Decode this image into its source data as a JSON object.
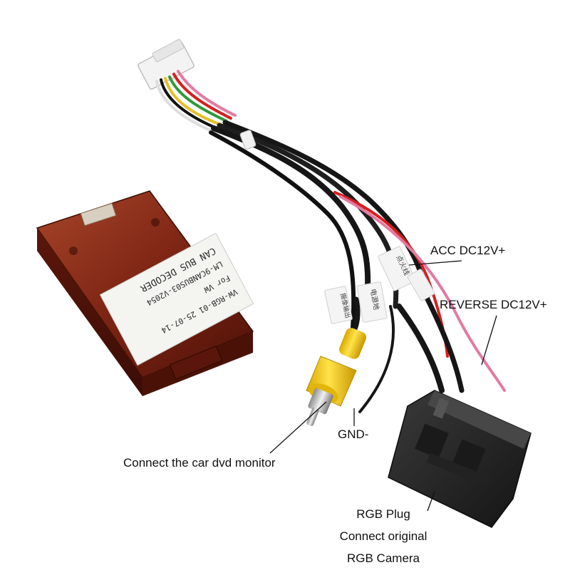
{
  "colors": {
    "background": "#ffffff",
    "module_body": "#6b1a0e",
    "wire_black": "#161616",
    "wire_red": "#d61f1f",
    "wire_pink": "#e37aa0",
    "rca_yellow": "#f2cf12",
    "connector_grey": "#2a2a2a",
    "label_text": "#111111"
  },
  "module_label": {
    "line1": "CAN BUS DECODER",
    "line2": "LM-9CANBUS03-V2054",
    "line3": "For VW",
    "line4": "VW-RGB-01 25-07-14"
  },
  "wire_tags": {
    "tag1": "摄像输出",
    "tag2": "电源地",
    "tag3": "点火线"
  },
  "callouts": {
    "acc": "ACC DC12V+",
    "reverse": "REVERSE DC12V+",
    "gnd": "GND-",
    "dvd": "Connect the car dvd monitor",
    "rgb_line1": "RGB Plug",
    "rgb_line2": "Connect original",
    "rgb_line3": "RGB Camera"
  }
}
